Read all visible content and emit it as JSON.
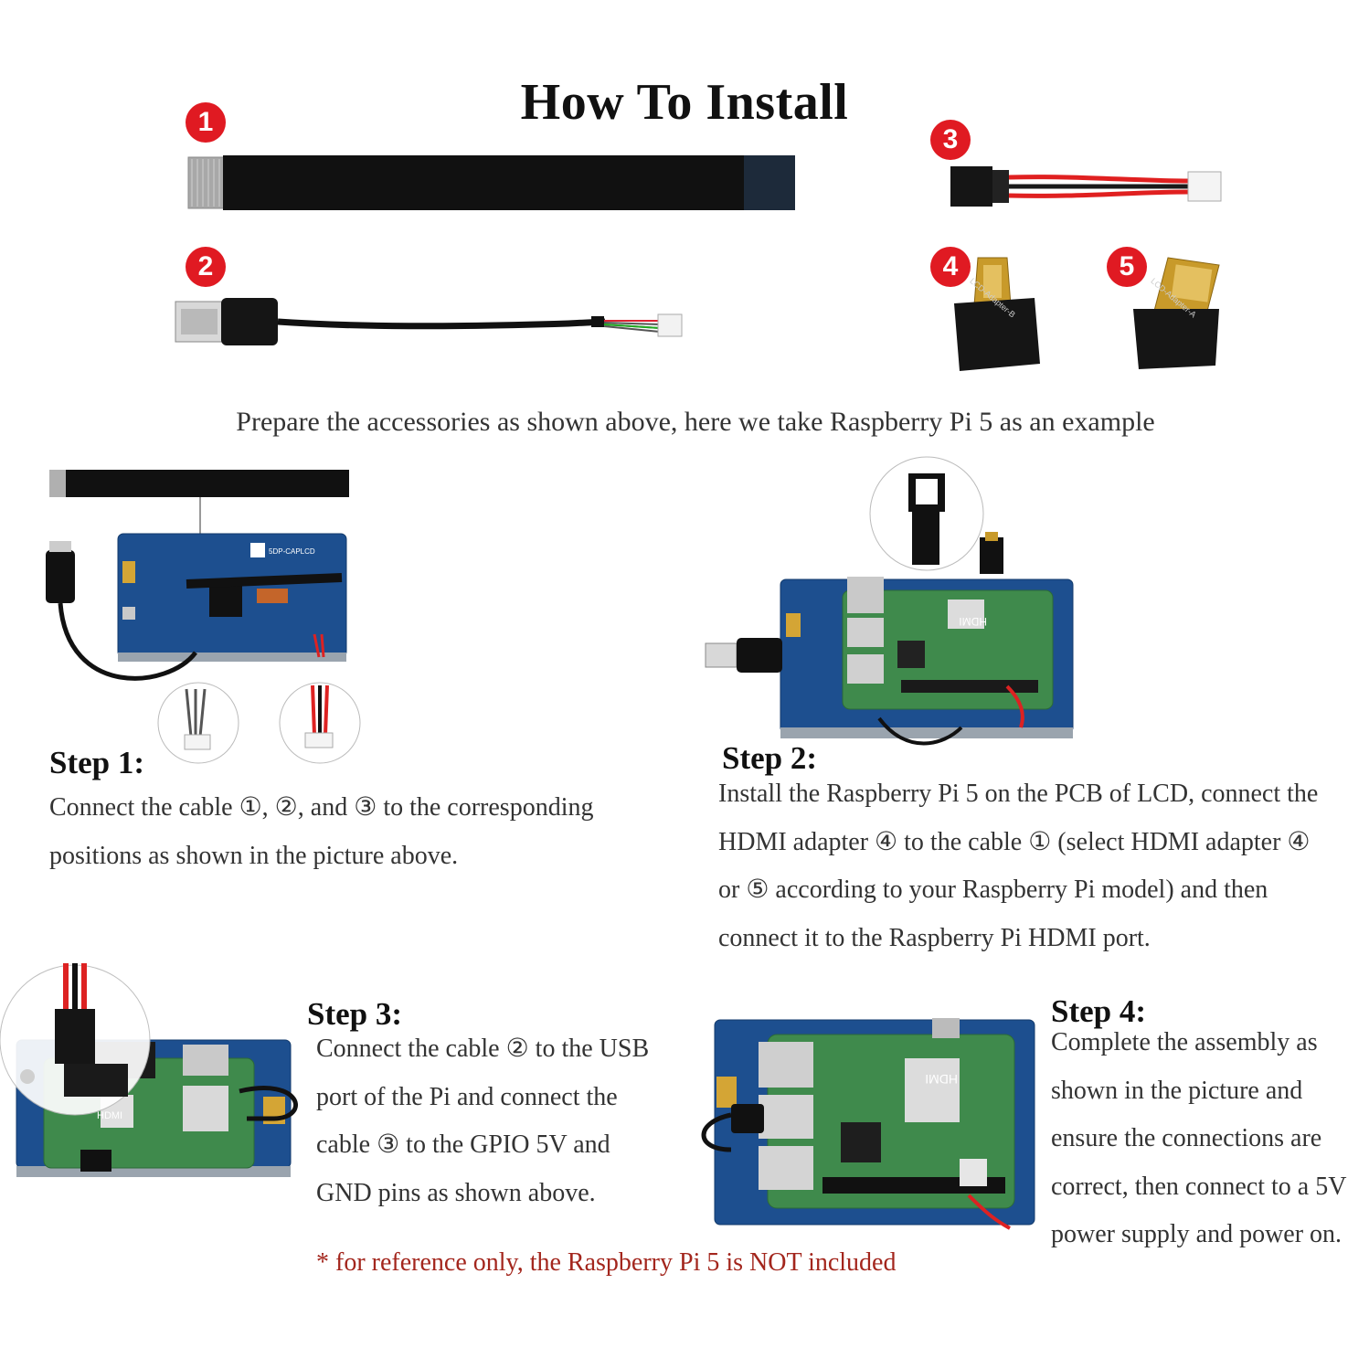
{
  "title": "How To Install",
  "accessories": [
    {
      "number": "1",
      "item": "FPC flat cable"
    },
    {
      "number": "2",
      "item": "USB-A cable"
    },
    {
      "number": "3",
      "item": "GPIO power cable"
    },
    {
      "number": "4",
      "item": "HDMI adapter",
      "label": "LCD-Adapter-B"
    },
    {
      "number": "5",
      "item": "HDMI adapter",
      "label": "LCD-Adapter-A"
    }
  ],
  "caption": "Prepare the accessories as shown above, here we take Raspberry Pi 5 as an example",
  "board_label": "5DP-CAPLCD",
  "port_label": "HDMI",
  "steps": [
    {
      "heading": "Step 1:",
      "text": "Connect the cable ①, ②, and ③ to the corresponding\npositions as shown in the picture above."
    },
    {
      "heading": "Step 2:",
      "text": "Install the Raspberry Pi 5 on the PCB of LCD, connect the\nHDMI adapter ④ to the cable ① (select HDMI adapter ④\nor ⑤ according to your Raspberry Pi model) and then\nconnect it to the Raspberry Pi HDMI port."
    },
    {
      "heading": "Step 3:",
      "text": "Connect the cable ② to the USB\nport of the Pi and connect the\ncable ③ to the GPIO 5V and\nGND pins as shown above."
    },
    {
      "heading": "Step 4:",
      "text": "Complete the assembly as\nshown in the picture and\nensure the connections are\ncorrect, then connect to a 5V\npower supply and power on."
    }
  ],
  "note": "* for reference only, the Raspberry Pi 5 is NOT included",
  "colors": {
    "badge": "#e01a22",
    "note": "#a3261d",
    "pcb": "#1d4f8f",
    "pi_board": "#3f8a4c"
  }
}
